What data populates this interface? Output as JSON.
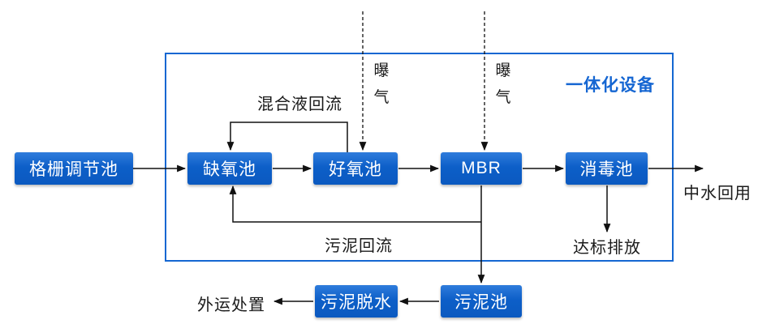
{
  "diagram": {
    "unit_label": "一体化设备",
    "nodes": {
      "grid_tank": {
        "label": "格栅调节池"
      },
      "anoxic_tank": {
        "label": "缺氧池"
      },
      "aerobic_tank": {
        "label": "好氧池"
      },
      "mbr": {
        "label": "MBR"
      },
      "disinfection_tank": {
        "label": "消毒池"
      },
      "sludge_tank": {
        "label": "污泥池"
      },
      "sludge_dewatering": {
        "label": "污泥脱水"
      }
    },
    "annotations": {
      "mixed_liquor_return": "混合液回流",
      "sludge_return": "污泥回流",
      "aeration_left": "曝气",
      "aeration_right": "曝气",
      "reclaimed_water_reuse": "中水回用",
      "compliant_discharge": "达标排放",
      "offsite_disposal": "外运处置"
    },
    "connections": [
      {
        "from": "格栅调节池",
        "to": "缺氧池",
        "style": "solid"
      },
      {
        "from": "缺氧池",
        "to": "好氧池",
        "style": "solid"
      },
      {
        "from": "好氧池",
        "to": "MBR",
        "style": "solid"
      },
      {
        "from": "MBR",
        "to": "消毒池",
        "style": "solid"
      },
      {
        "from": "消毒池",
        "to": "中水回用",
        "style": "solid"
      },
      {
        "from": "消毒池",
        "to": "达标排放",
        "style": "solid"
      },
      {
        "from": "好氧池",
        "to": "缺氧池",
        "style": "solid",
        "label": "混合液回流"
      },
      {
        "from": "MBR",
        "to": "缺氧池",
        "style": "solid",
        "label": "污泥回流"
      },
      {
        "from": "MBR",
        "to": "污泥池",
        "style": "solid"
      },
      {
        "from": "污泥池",
        "to": "污泥脱水",
        "style": "solid"
      },
      {
        "from": "污泥脱水",
        "to": "外运处置",
        "style": "solid"
      },
      {
        "from": "曝气",
        "to": "好氧池",
        "style": "dashed"
      },
      {
        "from": "曝气",
        "to": "MBR",
        "style": "dashed"
      }
    ],
    "colors": {
      "box_fill": "#0d5fc8",
      "box_fill_light": "#2f7cdc",
      "container_border": "#1467d2",
      "unit_label_text": "#1566d2",
      "flow_line": "#111111",
      "box_text": "#ffffff",
      "annotation_text": "#1a1a1a"
    }
  }
}
